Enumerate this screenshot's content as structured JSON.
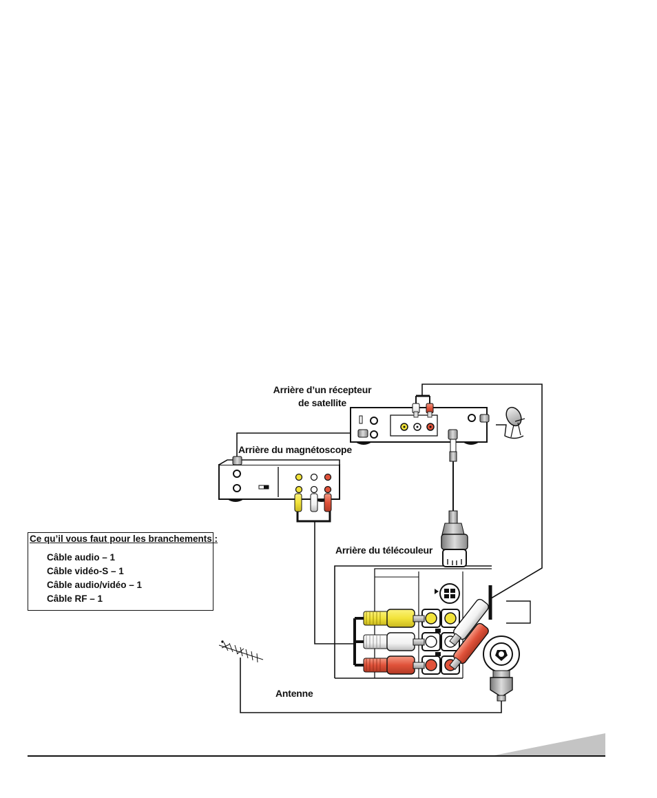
{
  "labels": {
    "satellite_line1": "Arrière d’un récepteur",
    "satellite_line2": "de satellite",
    "vcr": "Arrière du magnétoscope",
    "tv": "Arrière du télécouleur",
    "antenna": "Antenne"
  },
  "requirements": {
    "title": "Ce qu’il vous faut pour les branchements :",
    "items": [
      "Câble audio – 1",
      "Câble vidéo-S  – 1",
      "Câble audio/vidéo  – 1",
      "Câble RF – 1"
    ]
  },
  "colors": {
    "video_yellow": "#f2e33a",
    "audio_white": "#ffffff",
    "audio_red": "#e0523a",
    "page_tab_gray": "#c4c4c4"
  },
  "icons": [
    "satellite-dish-icon",
    "antenna-icon",
    "svideo-connector-icon",
    "coax-connector-icon"
  ]
}
